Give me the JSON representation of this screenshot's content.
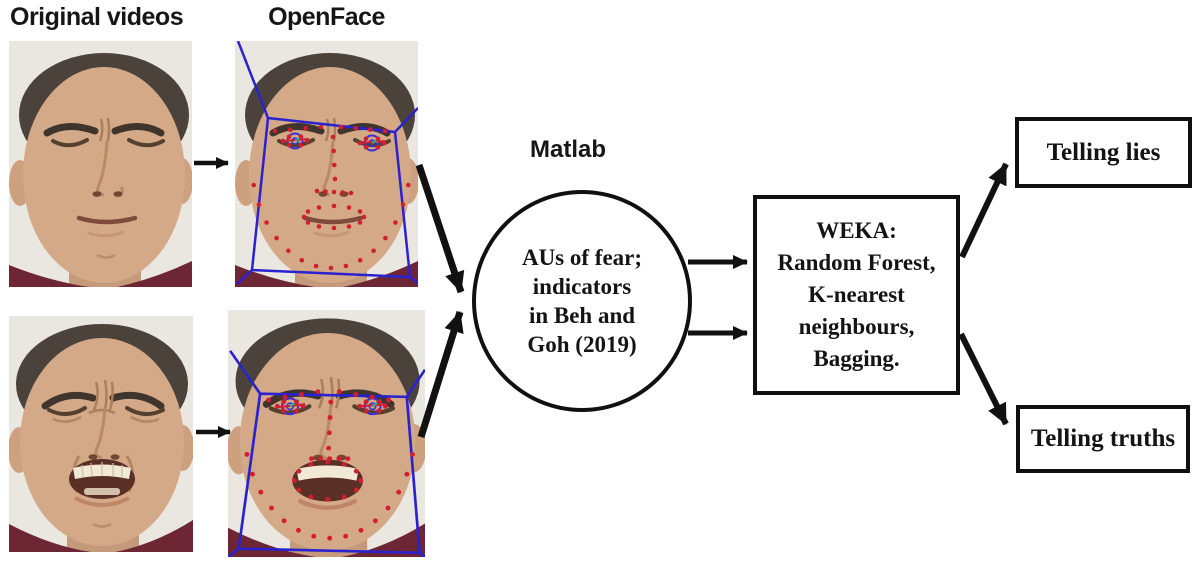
{
  "header": {
    "original_label": "Original videos",
    "openface_label": "OpenFace"
  },
  "pipeline": {
    "matlab_label": "Matlab",
    "feature_node_lines": [
      "AUs of fear;",
      "indicators",
      "in Beh and",
      "Goh (2019)"
    ],
    "classifier_node_lines": [
      "WEKA:",
      "Random Forest,",
      "K-nearest",
      "neighbours,",
      "Bagging."
    ],
    "outcome_lies": "Telling lies",
    "outcome_truths": "Telling truths"
  },
  "photos": {
    "top_original": "man with eyes closed",
    "top_openface": "man with eyes closed, OpenFace landmarks and head-pose box",
    "bottom_original": "man grimacing with mouth open",
    "bottom_openface": "man grimacing, OpenFace landmarks and head-pose box"
  },
  "colors": {
    "arrow_black": "#111111",
    "openface_box_blue": "#2b22cf",
    "landmark_red": "#d11f2f",
    "gaze_cyan": "#1ab5a0",
    "shirt_maroon": "#6d2634",
    "skin": "#d4a987",
    "photo_background": "#eae7e1"
  }
}
